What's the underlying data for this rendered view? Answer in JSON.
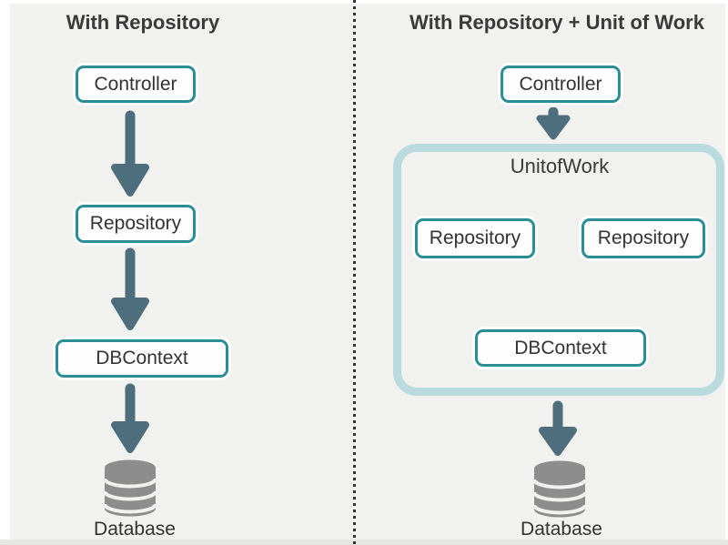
{
  "colors": {
    "background": "#f1f1ef",
    "box_border": "#2b8e97",
    "box_fill": "#fdfdfd",
    "arrow": "#4e6e7d",
    "container_border": "#b9dbde",
    "database_icon": "#8d8d8d",
    "text": "#333333",
    "divider_dot": "#333333"
  },
  "left_panel": {
    "title": "With Repository",
    "nodes": [
      {
        "label": "Controller"
      },
      {
        "label": "Repository"
      },
      {
        "label": "DBContext"
      }
    ],
    "database_label": "Database"
  },
  "right_panel": {
    "title": "With Repository + Unit of Work",
    "controller_label": "Controller",
    "unit_of_work": {
      "label": "UnitofWork",
      "repositories": [
        {
          "label": "Repository"
        },
        {
          "label": "Repository"
        }
      ],
      "dbcontext_label": "DBContext"
    },
    "database_label": "Database"
  }
}
